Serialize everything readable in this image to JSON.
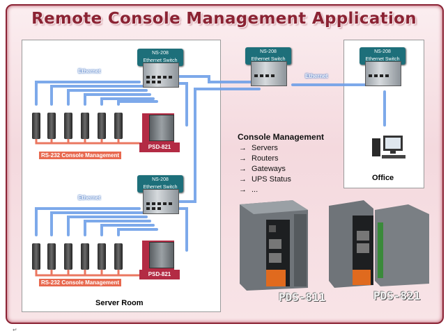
{
  "title": "Remote Console Management Application",
  "switch_label": "NS-208\nEthernet Switch",
  "switch_line1": "NS-208",
  "switch_line2": "Ethernet Switch",
  "ethernet_label": "Ethernet",
  "rs232_label": "RS-232 Console Management",
  "psd_label": "PSD-821",
  "server_room_label": "Server Room",
  "office_label": "Office",
  "console_management": {
    "title": "Console Management",
    "arrow": "→",
    "items": [
      "Servers",
      "Routers",
      "Gateways",
      "UPS Status",
      "..."
    ]
  },
  "product_left": "PDS-811",
  "product_right": "PDS-821",
  "footer_mark": "↵",
  "colors": {
    "accent": "#8b2333",
    "ethernet": "#4a86d8",
    "rs232": "#e8694f",
    "switch": "#1d6f7a",
    "psd": "#b32b44"
  }
}
